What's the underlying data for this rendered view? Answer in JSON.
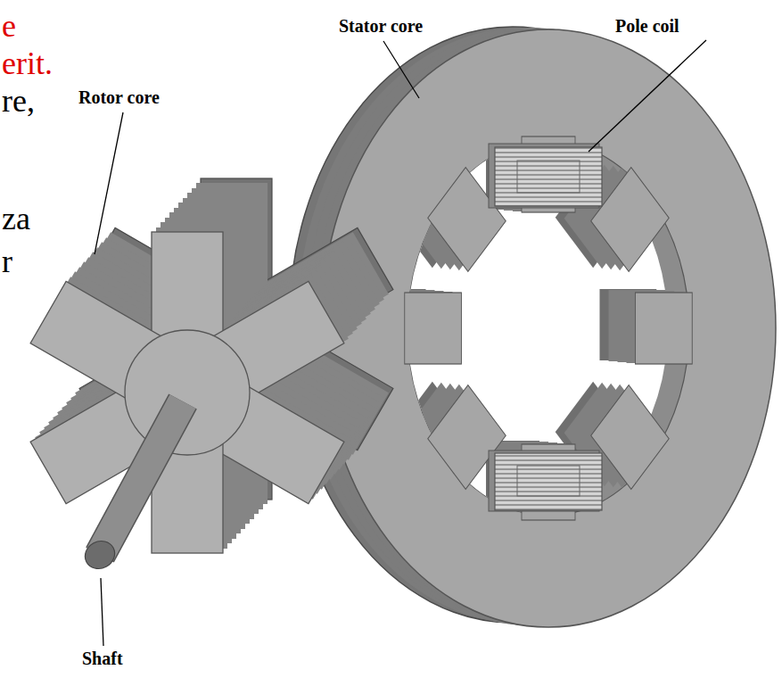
{
  "diagram": {
    "labels": [
      "e",
      "Stator core",
      "Pole coil",
      "erit.",
      "re,",
      "Rotor core",
      "za",
      "r",
      "Shaft"
    ]
  }
}
